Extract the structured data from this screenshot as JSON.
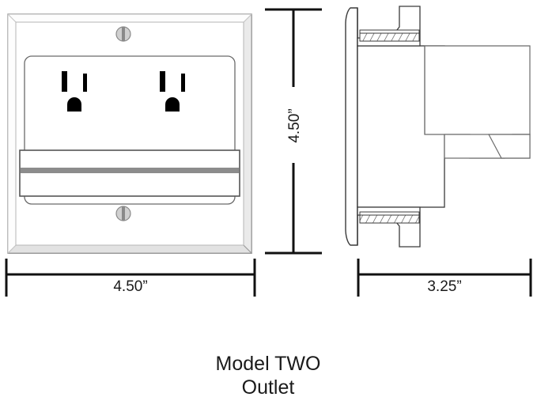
{
  "drawing": {
    "title_line_1": "Model TWO",
    "title_line_2": "Outlet",
    "dimensions": {
      "front_height": "4.50”",
      "front_width": "4.50”",
      "side_depth": "3.25”"
    },
    "views": {
      "front": {
        "name": "front-view",
        "plate_label": "wall-plate",
        "receptacle_count": 2,
        "screw_count": 2
      },
      "side": {
        "name": "side-view",
        "depth_label": "3.25”"
      }
    },
    "colors": {
      "line": "#3a3a3a",
      "line_dark": "#111111",
      "plate_fill": "#ffffff",
      "bevel_shade": "#9a9a9a",
      "bevel_light": "#d8d8d8",
      "slot_fill": "#000000",
      "divider_bar": "#8c8c8c",
      "screw_fill": "#d0d0d0",
      "screw_slot": "#8a8a8a",
      "hatch": "#4a4a4a",
      "text": "#1a1a1a"
    }
  }
}
